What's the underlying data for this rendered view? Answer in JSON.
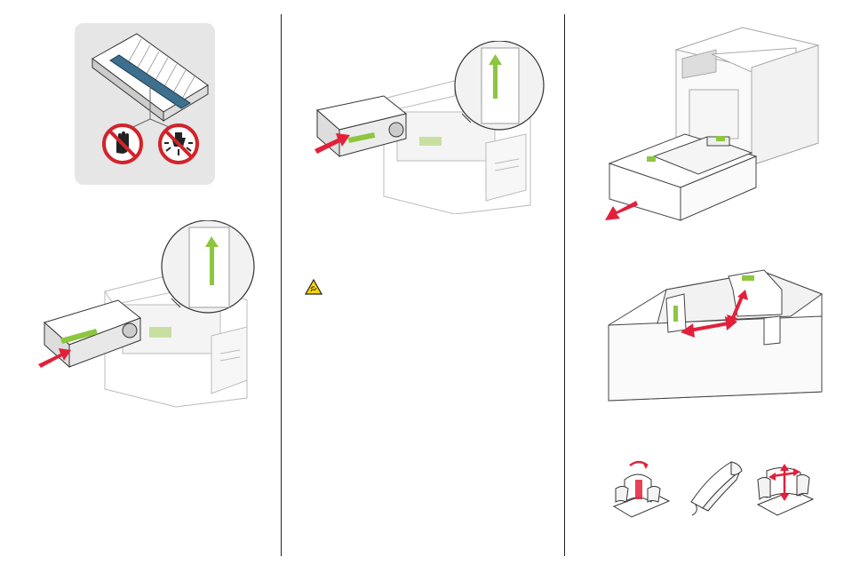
{
  "page": {
    "columns": [
      {
        "figures": [
          "imaging-unit-no-touch-no-light",
          "insert-imaging-unit"
        ]
      },
      {
        "figures": [
          "insert-toner-cartridge",
          "caution-hot-surface"
        ]
      },
      {
        "figures": [
          "remove-tray",
          "adjust-tray-guides",
          "flex-fan-align-paper"
        ]
      }
    ]
  },
  "colors": {
    "accent_green": "#8dc63f",
    "arrow_red": "#e2203b",
    "prohibit_red": "#d2232a",
    "panel_gray": "#e6e6e6",
    "drum_blue": "#3d6f8e",
    "caution_yellow": "#f6d500"
  },
  "icons": [
    "no-touch-icon",
    "no-light-icon",
    "caution-hot-icon"
  ]
}
